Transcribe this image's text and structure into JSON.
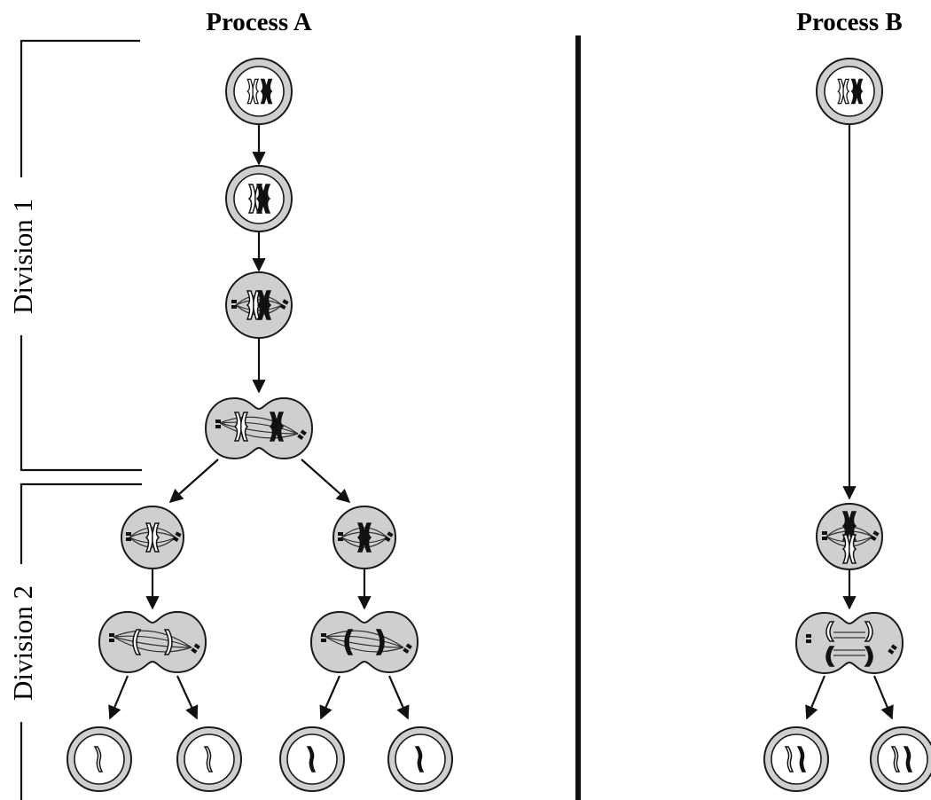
{
  "headers": {
    "process_a": "Process A",
    "process_b": "Process B"
  },
  "side_labels": {
    "division_1": "Division 1",
    "division_2": "Division 2"
  }
}
